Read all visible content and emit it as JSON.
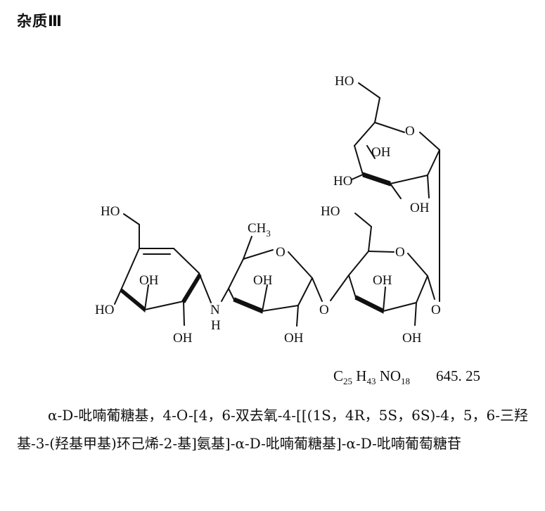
{
  "page": {
    "title": "杂质Ⅲ"
  },
  "structure": {
    "labels": {
      "ho_top": "HO",
      "o_top_ring": "O",
      "oh_top_1": "OH",
      "ho_top_left": "HO",
      "oh_top_bottom": "OH",
      "ho_left": "HO",
      "oh_left_mid": "OH",
      "ho_left_low": "HO",
      "oh_left_bottom": "OH",
      "n": "N",
      "h": "H",
      "ch3": "CH",
      "ch3_sub": "3",
      "o_mid_ring": "O",
      "oh_mid_mid": "OH",
      "oh_mid_bottom": "OH",
      "o_bridge": "O",
      "ho_right": "HO",
      "o_right_ring": "O",
      "oh_right_mid": "OH",
      "oh_right_bottom": "OH",
      "o_glyco": "O"
    }
  },
  "formula": {
    "c": "C",
    "c_n": "25",
    "h": "H",
    "h_n": "43",
    "rest": "NO",
    "o_n": "18",
    "mw": "645. 25"
  },
  "chemical_name": "α-D-吡喃葡糖基，4-O-[4，6-双去氧-4-[[(1S，4R，5S，6S)-4，5，6-三羟基-3-(羟基甲基)环己烯-2-基]氨基]-α-D-吡喃葡糖基]-α-D-吡喃葡萄糖苷"
}
